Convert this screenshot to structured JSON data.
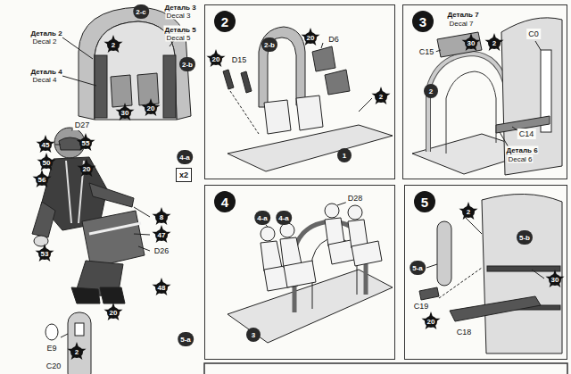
{
  "diagram": {
    "nodes": [
      {
        "text": [
          "2"
        ]
      },
      {
        "text": [
          "3"
        ]
      },
      {
        "text": [
          "4"
        ]
      },
      {
        "text": [
          "5"
        ]
      }
    ],
    "labels": [
      "2-c",
      "Деталь 3",
      "Decal 3",
      "Деталь 5",
      "Decal 5",
      "Деталь 2",
      "Decal 2",
      "Деталь 4",
      "Decal 4",
      "2",
      "2-b",
      "30",
      "20",
      "D27",
      "45",
      "55",
      "50",
      "20",
      "56",
      "4-a",
      "x2",
      "8",
      "47",
      "53",
      "D26",
      "20",
      "48",
      "E9",
      "2",
      "C20",
      "5-a",
      "20",
      "D15",
      "2-b",
      "20",
      "D6",
      "2",
      "1",
      "Деталь 7",
      "Decal 7",
      "30",
      "2",
      "C0",
      "C15",
      "2",
      "C14",
      "Деталь 6",
      "Decal 6",
      "4-a",
      "4-a",
      "D28",
      "3",
      "2",
      "5-b",
      "5-a",
      "30",
      "C19",
      "20",
      "C18"
    ]
  }
}
